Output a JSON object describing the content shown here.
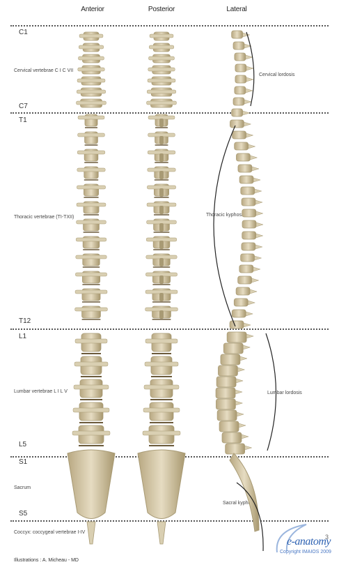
{
  "views": {
    "anterior": "Anterior",
    "posterior": "Posterior",
    "lateral": "Lateral"
  },
  "levels": {
    "c1": "C1",
    "c7": "C7",
    "t1": "T1",
    "t12": "T12",
    "l1": "L1",
    "l5": "L5",
    "s1": "S1",
    "s5": "S5"
  },
  "regions": {
    "cervical": "Cervical vertebrae C I C VII",
    "thoracic": "Thoracic vertebrae (TI-TXII)",
    "lumbar": "Lumbar vertebrae L I L V",
    "sacrum": "Sacrum",
    "coccyx": "Coccyx: coccygeal vertebrae I-IV"
  },
  "curvatures": {
    "cervical_lordosis": "Cervical lordosis",
    "thoracic_kyphosis": "Thoracic kyphosis",
    "lumbar_lordosis": "Lumbar lordosis",
    "sacral_kyphosis": "Sacral kyphosis"
  },
  "footer": {
    "credit": "Illustrations : A. Micheau - MD",
    "page_number": "3",
    "brand": "e-anatomy",
    "copyright": "Copyright IMAIOS 2009"
  },
  "colors": {
    "bone": "#d9cfb2",
    "bone_shadow": "#a89a74",
    "disc": "#6b5a3a",
    "dotted_line": "#555555",
    "brand_blue": "#2f63b3"
  }
}
